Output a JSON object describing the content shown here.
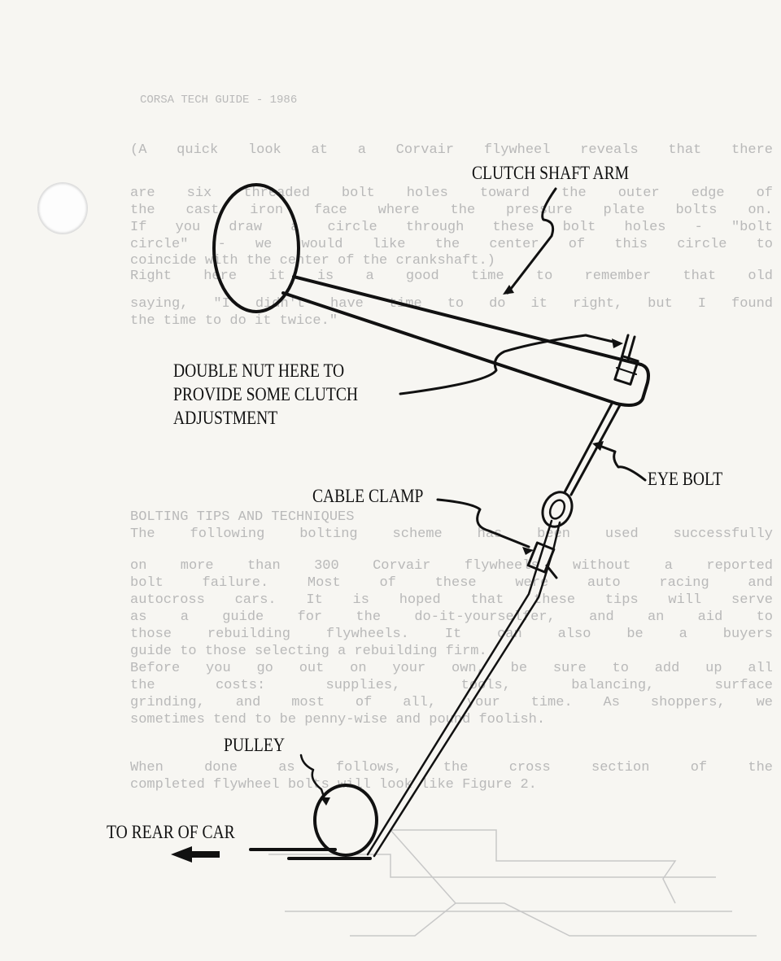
{
  "bleed_through": {
    "header": "CORSA TECH GUIDE - 1986",
    "paragraphs": [
      [
        "(A quick look at a Corvair flywheel reveals that there",
        "are six threaded bolt holes toward the outer edge of",
        "the cast iron face where the pressure plate bolts on.",
        "If you draw a circle through these bolt holes - \"bolt",
        "circle\" - we would like the center of this circle to",
        "coincide with the center of the crankshaft.)"
      ],
      [
        "Right here it is a good time to remember that old",
        "saying, \"I didn't have time to do it right, but I found",
        "the time to do it twice.\""
      ],
      [
        "BOLTING TIPS AND TECHNIQUES"
      ],
      [
        "The following bolting scheme has been used successfully",
        "on more than 300 Corvair flywheels without a reported",
        "bolt failure. Most of these were auto racing and",
        "autocross cars. It is hoped that these tips will serve",
        "as a guide for the do-it-yourselfer, and an aid to",
        "those rebuilding flywheels. It can also be a buyers",
        "guide to those selecting a rebuilding firm."
      ],
      [
        "Before you go out on your own, be sure to add up all",
        "the costs: supplies, tools, balancing, surface",
        "grinding, and most of all, your time. As shoppers, we",
        "sometimes tend to be penny-wise and pound foolish."
      ],
      [
        "When done as follows, the cross section of the",
        "completed flywheel bolts will look like Figure 2."
      ]
    ]
  },
  "diagram": {
    "labels": {
      "clutch_shaft_arm": "CLUTCH SHAFT ARM",
      "double_nut": [
        "DOUBLE NUT HERE TO",
        "PROVIDE SOME CLUTCH",
        "ADJUSTMENT"
      ],
      "eye_bolt": "EYE BOLT",
      "cable_clamp": "CABLE CLAMP",
      "pulley": "PULLEY",
      "to_rear": "TO REAR OF CAR"
    }
  },
  "colors": {
    "ink": "#111111",
    "paper": "#f7f6f2",
    "bleed": "#b9b9b9"
  }
}
